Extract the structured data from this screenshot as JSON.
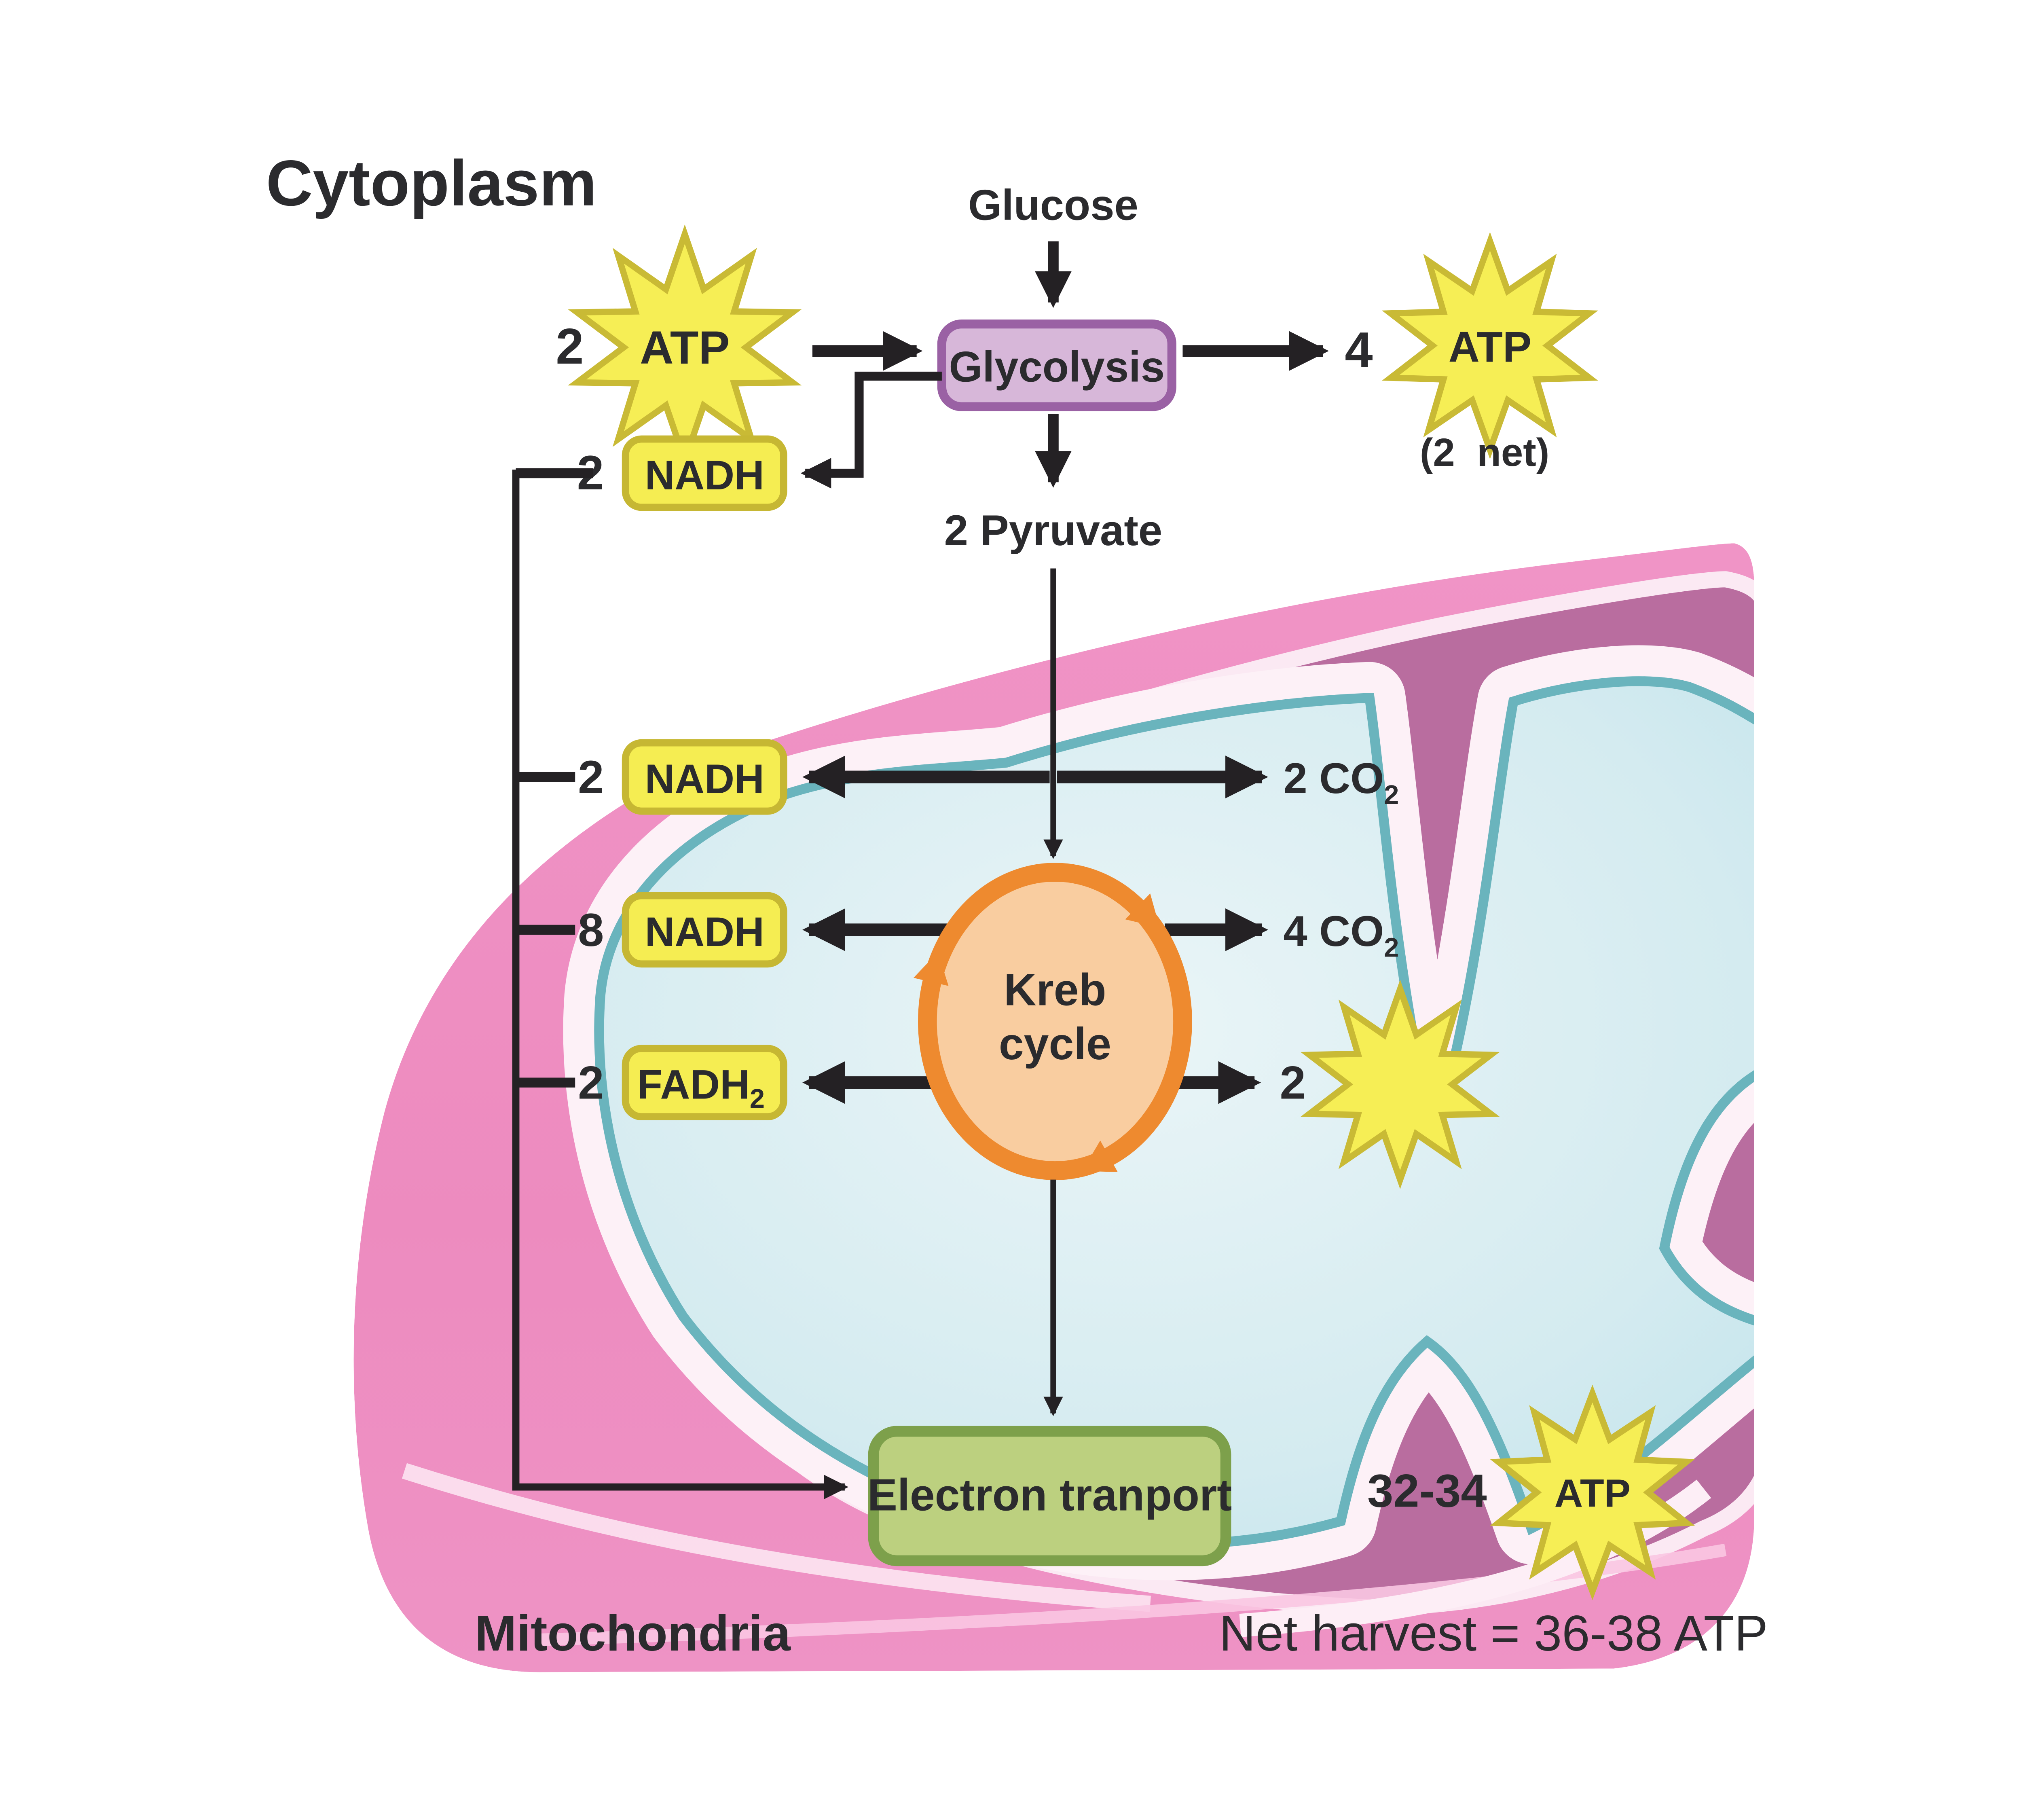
{
  "title": "Cytoplasm",
  "colors": {
    "membrane_pink": "#ef8fc4",
    "membrane_mauve": "#b96d9f",
    "intermembrane_cream": "#fdf1f7",
    "matrix_blue": "#d4ebf0",
    "matrix_teal": "#6ab4bd",
    "star_yellow": "#f6ee55",
    "star_border": "#c9ba35",
    "box_yellow_fill": "#f5ed52",
    "box_yellow_border": "#c6b733",
    "glycolysis_purple_fill": "#d7b7d9",
    "glycolysis_purple_border": "#9a61a4",
    "krebs_orange_fill": "#f9cda0",
    "krebs_orange_ring": "#ee8a2f",
    "electron_green_fill": "#bcd07f",
    "electron_green_border": "#7da04b",
    "ink": "#242124"
  },
  "glycolysis_flow": {
    "glucose": "Glucose",
    "atp_in_count": "2",
    "atp_in_label": "ATP",
    "glycolysis": "Glycolysis",
    "atp_out_count": "4",
    "atp_out_label": "ATP",
    "atp_out_note": "(2  net)",
    "nadh_count": "2",
    "nadh_label": "NADH",
    "pyruvate": "2 Pyruvate"
  },
  "mitochondrion": {
    "label": "Mitochondria",
    "pyruvate_nadh": {
      "count": "2",
      "label": "NADH"
    },
    "pyruvate_co2": {
      "count_label": "2 CO",
      "sub": "2"
    },
    "krebs_nadh": {
      "count": "8",
      "label": "NADH"
    },
    "krebs_co2": {
      "count_label": "4 CO",
      "sub": "2"
    },
    "krebs_fadh2": {
      "count": "2",
      "label": "FADH",
      "label_sub": "2"
    },
    "krebs_atp_count": "2",
    "krebs": {
      "line1": "Kreb",
      "line2": "cycle"
    },
    "electron_transport": "Electron tranport",
    "et_atp_count": "32-34",
    "et_atp_label": "ATP",
    "net_harvest": "Net harvest = 36-38 ATP"
  }
}
